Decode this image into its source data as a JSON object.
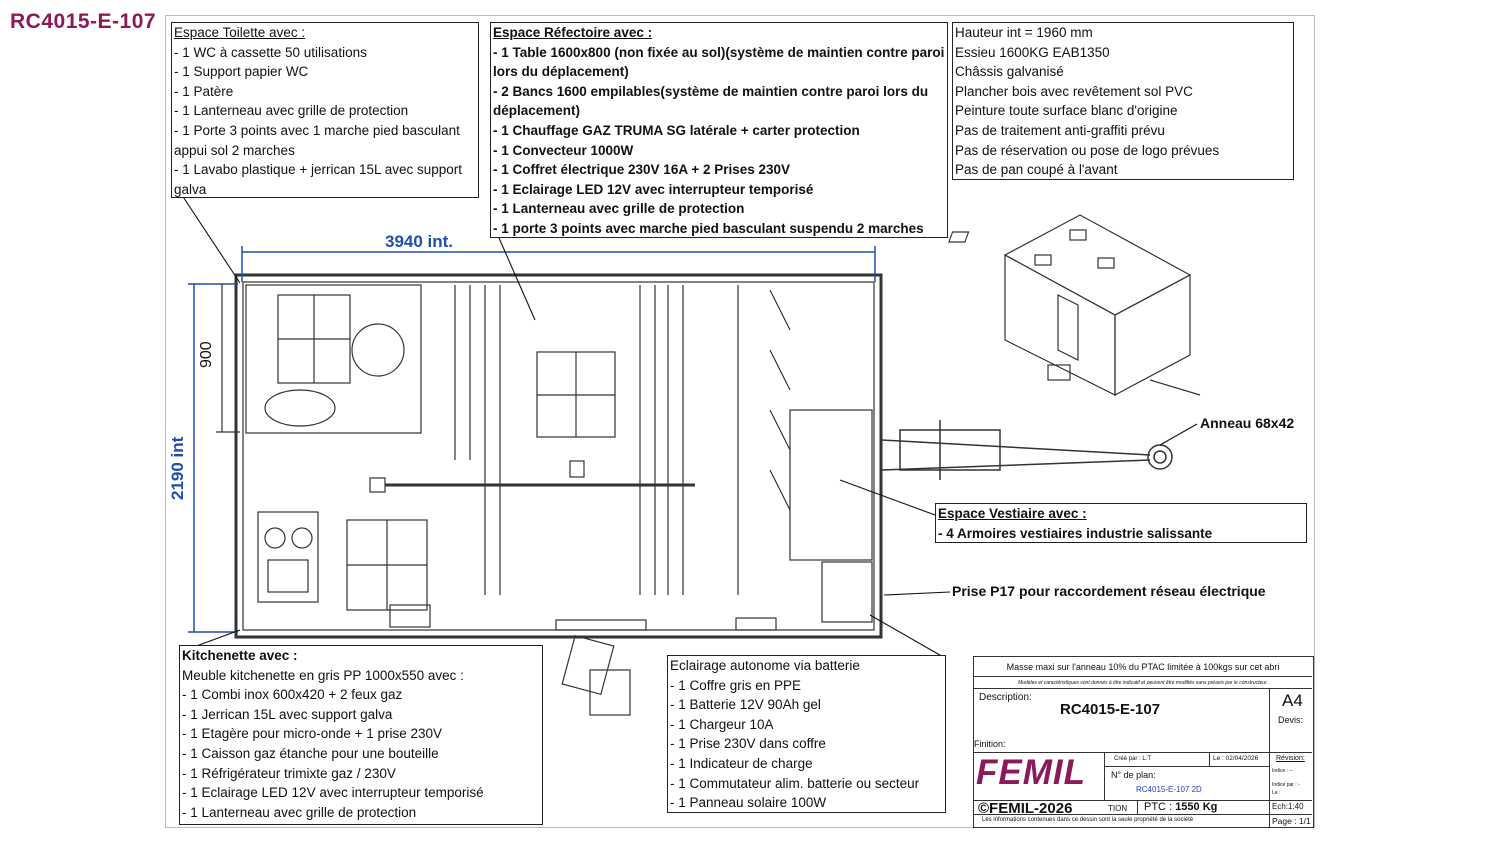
{
  "title": "RC4015-E-107",
  "toilette": {
    "heading": "Espace Toilette avec :",
    "lines": [
      "- 1 WC à cassette 50 utilisations",
      "- 1 Support papier WC",
      "- 1 Patère",
      "- 1 Lanterneau avec grille de protection",
      "- 1 Porte 3 points avec 1 marche pied basculant",
      "appui sol 2 marches",
      "- 1 Lavabo plastique + jerrican 15L avec support",
      "galva"
    ]
  },
  "refectoire": {
    "heading": "Espace Réfectoire avec :",
    "lines": [
      "- 1 Table 1600x800 (non fixée au sol)(système de maintien contre paroi",
      "lors du déplacement)",
      "- 2 Bancs 1600 empilables(système de maintien contre paroi lors du",
      "déplacement)",
      "- 1 Chauffage GAZ TRUMA SG latérale + carter protection",
      "- 1 Convecteur 1000W",
      "- 1 Coffret électrique 230V 16A + 2 Prises 230V",
      "- 1 Eclairage LED 12V avec interrupteur temporisé",
      "- 1 Lanterneau avec grille de protection",
      "- 1 porte 3 points avec marche pied basculant suspendu 2 marches"
    ]
  },
  "specs": {
    "lines": [
      "Hauteur int = 1960 mm",
      "Essieu 1600KG EAB1350",
      "Châssis galvanisé",
      "Plancher bois avec revêtement sol PVC",
      "Peinture toute surface blanc d'origine",
      "Pas de traitement anti-graffiti prévu",
      "Pas de réservation ou pose de logo prévues",
      "Pas de pan coupé à l'avant"
    ]
  },
  "vestiaire": {
    "heading": "Espace Vestiaire avec :",
    "lines": [
      "- 4 Armoires vestiaires industrie salissante"
    ]
  },
  "kitchenette": {
    "heading": "Kitchenette avec :",
    "lines": [
      "Meuble kitchenette en gris PP 1000x550 avec :",
      "- 1 Combi inox 600x420 + 2 feux gaz",
      "- 1 Jerrican 15L avec support galva",
      "- 1 Etagère pour micro-onde + 1 prise 230V",
      "- 1 Caisson gaz étanche pour une bouteille",
      "- 1 Réfrigérateur trimixte gaz / 230V",
      "- 1 Eclairage LED 12V avec interrupteur temporisé",
      "- 1 Lanterneau avec grille de protection"
    ]
  },
  "eclairage": {
    "heading": "Eclairage autonome via batterie",
    "lines": [
      "- 1 Coffre gris en PPE",
      "- 1 Batterie 12V 90Ah gel",
      "- 1 Chargeur 10A",
      "- 1 Prise 230V dans coffre",
      "- 1 Indicateur de charge",
      "- 1 Commutateur alim. batterie ou secteur",
      "- 1 Panneau solaire 100W"
    ]
  },
  "dims": {
    "width": "3940 int.",
    "height": "2190 int",
    "toilet": "900"
  },
  "labels": {
    "anneau": "Anneau 68x42",
    "prise": "Prise P17 pour raccordement réseau électrique"
  },
  "titleblock": {
    "masse": "Masse maxi sur l'anneau 10% du PTAC limitée à 100kgs sur cet abri",
    "modeles": "Modèles et caractéristiques sont donnés à titre indicatif et peuvent être modifiés sans préavis par le constructeur.",
    "description_label": "Description:",
    "description": "RC4015-E-107",
    "format": "A4",
    "devis": "Devis:",
    "finition": "Finition:",
    "logo": "FEMIL",
    "cree_par": "Créé par : L.T",
    "date": "Le : 02/04/2026",
    "revision": "Révision:",
    "indice": "Indice : --",
    "indice_par": "Indicé par : -",
    "le": "Le :",
    "plan_label": "N° de plan:",
    "plan": "RC4015-E-107 2D",
    "copyright": "©FEMIL-2026",
    "tion": "TION",
    "ptc_label": "PTC :",
    "ptc": "1550 Kg",
    "echelle": "Ech:1:40",
    "info": "Les informations contenues dans ce dessin sont la seule propriété de la société",
    "page": "Page : 1/1"
  },
  "colors": {
    "brand": "#8b1a5a",
    "dim": "#1f4fa8"
  }
}
